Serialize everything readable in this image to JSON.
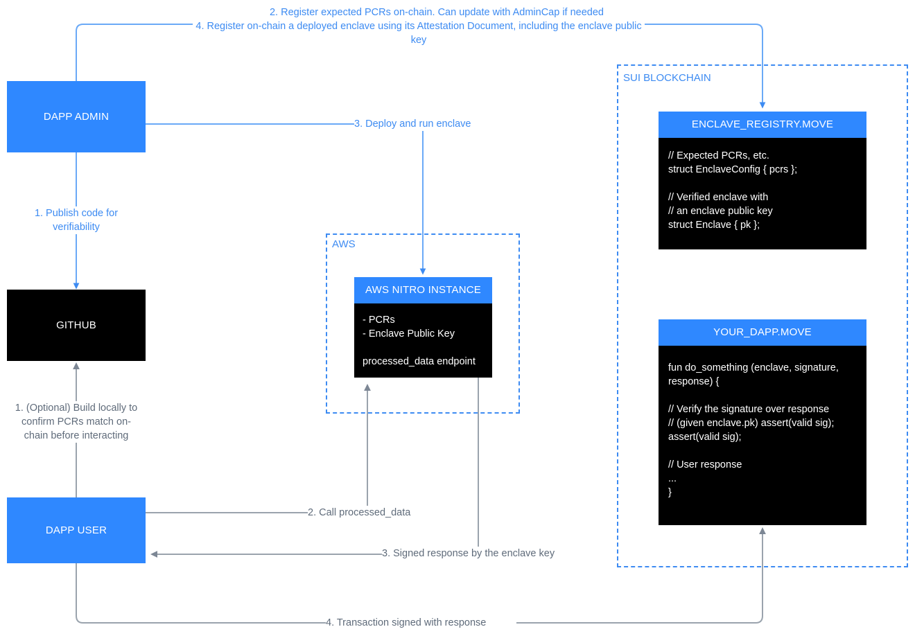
{
  "diagram": {
    "title": "Sui Nitro Enclave attestation architecture",
    "colors": {
      "accent_blue": "#2f88ff",
      "group_border_blue": "#3d8bf2",
      "label_blue": "#3d8bf2",
      "label_gray": "#5f6b7a",
      "node_black": "#000000",
      "wire_gray": "#9aa3ad",
      "wire_blue": "#6aa9f7",
      "background": "#ffffff"
    }
  },
  "nodes": {
    "dapp_admin": {
      "label": "DAPP ADMIN"
    },
    "github": {
      "label": "GITHUB"
    },
    "dapp_user": {
      "label": "DAPP USER"
    },
    "aws_nitro_instance": {
      "title": "AWS NITRO INSTANCE",
      "body": "- PCRs\n- Enclave Public Key\n\nprocessed_data endpoint"
    },
    "enclave_registry_move": {
      "title": "ENCLAVE_REGISTRY.MOVE",
      "body": "// Expected PCRs, etc.\nstruct EnclaveConfig { pcrs };\n\n// Verified enclave with\n// an enclave public key\nstruct Enclave { pk };"
    },
    "your_dapp_move": {
      "title": "YOUR_DAPP.MOVE",
      "body": "fun do_something (enclave, signature,\nresponse) {\n\n// Verify the signature over response\n// (given enclave.pk) assert(valid sig);\nassert(valid sig);\n\n// User response\n...\n}"
    }
  },
  "groups": {
    "aws": {
      "label": "AWS"
    },
    "sui_blockchain": {
      "label": "SUI BLOCKCHAIN"
    }
  },
  "edge_labels": {
    "register_pcrs": "2. Register expected PCRs on-chain. Can update with AdminCap if needed",
    "register_enclave": "4. Register on-chain a deployed enclave using its Attestation Document, including the enclave public key",
    "publish_code": "1. Publish code for verifiability",
    "deploy_enclave": "3. Deploy and run enclave",
    "build_locally": "1. (Optional) Build locally to confirm PCRs match on-chain before interacting",
    "call_processed_data": "2. Call processed_data",
    "signed_response": "3. Signed response by the enclave key",
    "transaction_signed": "4. Transaction signed with response"
  }
}
